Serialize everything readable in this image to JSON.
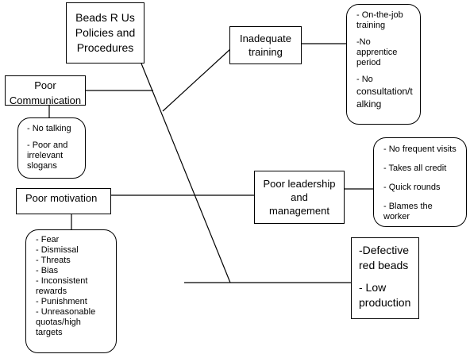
{
  "causes": {
    "policies": {
      "lines": [
        "Beads R Us",
        "Policies and",
        "Procedures"
      ]
    },
    "communication": {
      "lines": [
        "Poor",
        "Communication"
      ]
    },
    "training": {
      "lines": [
        "Inadequate",
        "training"
      ]
    },
    "leadership": {
      "lines": [
        "Poor leadership",
        "and",
        "management"
      ]
    },
    "motivation": {
      "lines": [
        "Poor motivation"
      ]
    }
  },
  "details": {
    "communication": {
      "items": [
        {
          "lines": [
            "- No talking"
          ]
        },
        {
          "lines": [
            "- Poor and",
            "irrelevant",
            "slogans"
          ]
        }
      ]
    },
    "training": {
      "items": [
        {
          "lines": [
            "- On-the-job",
            "training"
          ]
        },
        {
          "lines": [
            "-No",
            "apprentice",
            "period"
          ]
        },
        {
          "lines": [
            "- No",
            "consultation/t",
            "alking"
          ]
        }
      ]
    },
    "leadership": {
      "items": [
        {
          "lines": [
            "- No frequent visits"
          ]
        },
        {
          "lines": [
            "- Takes all credit"
          ]
        },
        {
          "lines": [
            "- Quick rounds"
          ]
        },
        {
          "lines": [
            "- Blames the",
            "worker"
          ]
        }
      ]
    },
    "motivation": {
      "lines": [
        "- Fear",
        "- Dismissal",
        "- Threats",
        "- Bias",
        "- Inconsistent",
        "rewards",
        "- Punishment",
        "- Unreasonable",
        "quotas/high",
        "targets"
      ]
    }
  },
  "effect": {
    "items": [
      {
        "lines": [
          "-Defective",
          "red beads"
        ]
      },
      {
        "lines": [
          "- Low",
          "production"
        ]
      }
    ]
  },
  "colors": {
    "line": "#000000",
    "background": "#ffffff"
  }
}
